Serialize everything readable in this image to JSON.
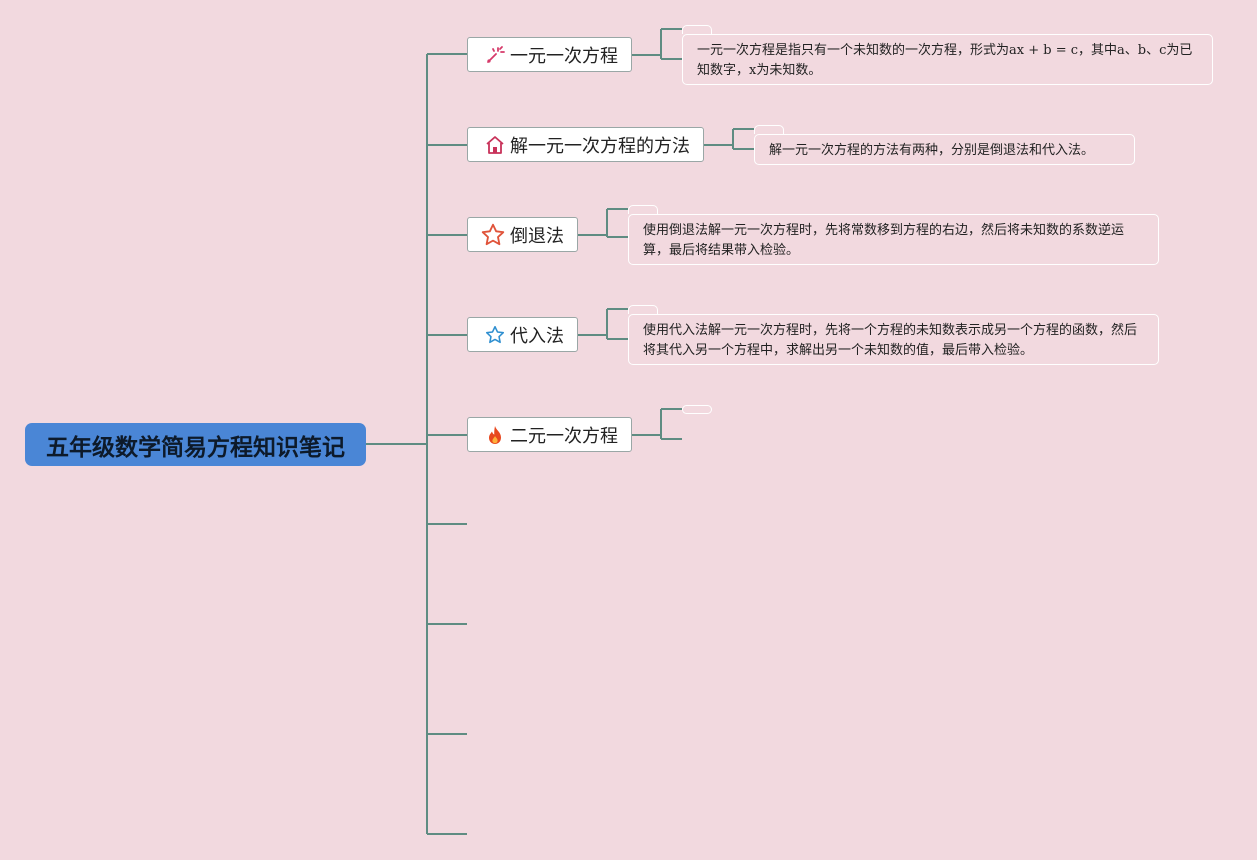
{
  "root": {
    "title": "五年级数学简易方程知识笔记"
  },
  "topics": [
    {
      "label": "一元一次方程",
      "icon": "magic-wand-icon",
      "note": "一元一次方程是指只有一个未知数的一次方程，形式为ax + b = c，其中a、b、c为已知数字，x为未知数。"
    },
    {
      "label": "解一元一次方程的方法",
      "icon": "house-icon",
      "note": "解一元一次方程的方法有两种，分别是倒退法和代入法。"
    },
    {
      "label": "倒退法",
      "icon": "star-outline-red-icon",
      "note": "使用倒退法解一元一次方程时，先将常数移到方程的右边，然后将未知数的系数逆运算，最后将结果带入检验。"
    },
    {
      "label": "代入法",
      "icon": "star-outline-blue-icon",
      "note": "使用代入法解一元一次方程时，先将一个方程的未知数表示成另一个方程的函数，然后将其代入另一个方程中，求解出另一个未知数的值，最后带入检验。"
    },
    {
      "label": "二元一次方程",
      "icon": "fire-icon",
      "note": ""
    }
  ],
  "colors": {
    "background": "#f2d9df",
    "root": "#4a86d6",
    "line": "#5f8c82"
  }
}
